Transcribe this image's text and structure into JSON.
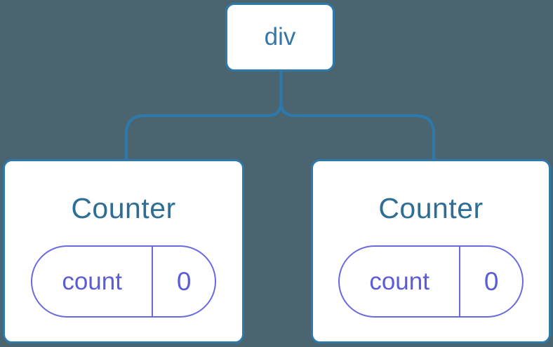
{
  "diagram": {
    "colors": {
      "bg": "#4A656F",
      "accent_blue": "#2E79AC",
      "text_blue": "#2E6E95",
      "accent_purple": "#6A6AE0",
      "text_purple": "#5C5CD6",
      "card_bg": "#FFFFFF"
    },
    "root": {
      "label": "div"
    },
    "children": [
      {
        "title": "Counter",
        "state": {
          "key": "count",
          "value": "0"
        }
      },
      {
        "title": "Counter",
        "state": {
          "key": "count",
          "value": "0"
        }
      }
    ]
  }
}
